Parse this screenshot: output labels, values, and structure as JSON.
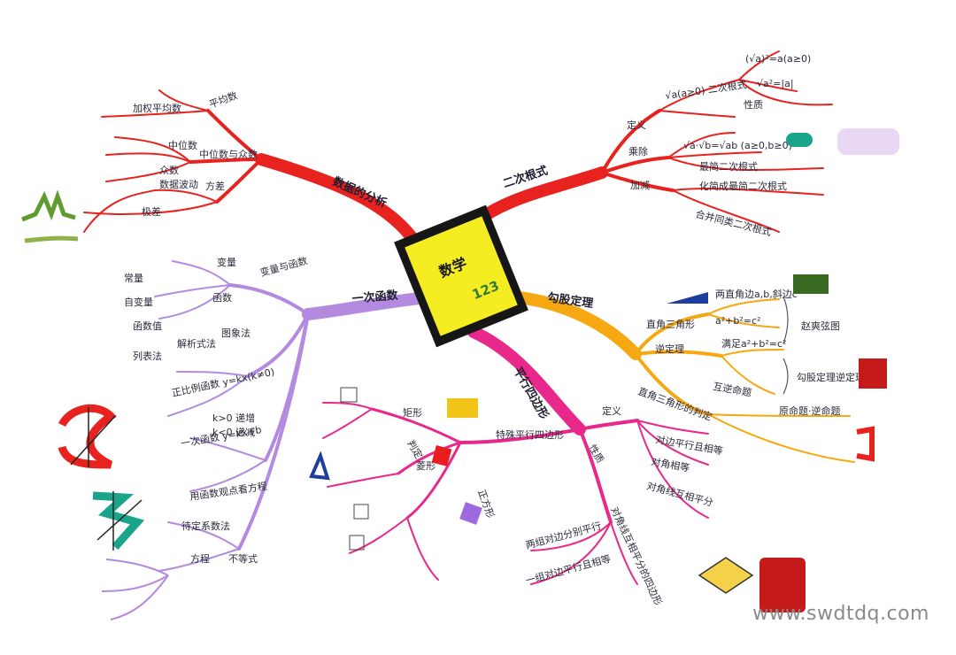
{
  "center": {
    "title": "数学",
    "badge": "123"
  },
  "branches": {
    "red_left": {
      "title": "数据的分析",
      "color": "#e8231f",
      "labels": [
        "平均数",
        "加权平均数",
        "中位数与众数",
        "中位数",
        "众数",
        "方差",
        "极差",
        "数据波动"
      ]
    },
    "red_right": {
      "title": "二次根式",
      "color": "#e8231f",
      "labels": [
        "定义",
        "√a(a≥0) 二次根式",
        "(√a)²=a(a≥0)",
        "√a²=|a|",
        "性质",
        "乘除",
        "√a·√b=√ab (a≥0,b≥0)",
        "最简二次根式",
        "加减",
        "化简成最简二次根式",
        "合并同类二次根式"
      ]
    },
    "orange": {
      "title": "勾股定理",
      "color": "#f5a812",
      "labels": [
        "直角三角形",
        "两直角边a,b,斜边c",
        "a²+b²=c²",
        "赵爽弦图",
        "逆定理",
        "满足a²+b²=c²",
        "勾股定理逆定理",
        "直角三角形的判定",
        "互逆命题",
        "原命题·逆命题"
      ]
    },
    "magenta": {
      "title": "平行四边形",
      "color": "#e8288a",
      "labels": [
        "定义",
        "性质",
        "判定",
        "对边平行且相等",
        "对角相等",
        "对角线互相平分",
        "特殊平行四边形",
        "矩形",
        "菱形",
        "正方形",
        "两组对边分别平行",
        "一组对边平行且相等",
        "对角线互相平分的四边形"
      ]
    },
    "purple": {
      "title": "一次函数",
      "color": "#b48ae0",
      "labels": [
        "变量与函数",
        "变量",
        "常量",
        "函数",
        "自变量",
        "函数值",
        "解析式法",
        "列表法",
        "图象法",
        "正比例函数 y=kx(k≠0)",
        "一次函数 y=kx+b",
        "k>0 递增",
        "k<0 递减",
        "待定系数法",
        "方程",
        "不等式",
        "用函数观点看方程"
      ]
    }
  },
  "watermark": "www.swdtdq.com"
}
